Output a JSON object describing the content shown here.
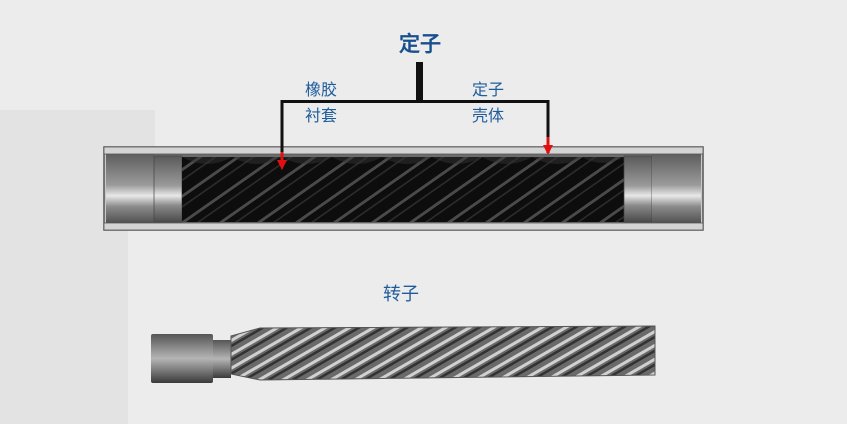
{
  "diagram": {
    "stator_title": "定子",
    "rubber_lining": [
      "橡胶",
      "衬套"
    ],
    "stator_housing": [
      "定子",
      "壳体"
    ],
    "rotor_title": "转子",
    "colors": {
      "label": "#1f5c9c",
      "arrow": "#e01010",
      "leader": "#111111"
    }
  }
}
